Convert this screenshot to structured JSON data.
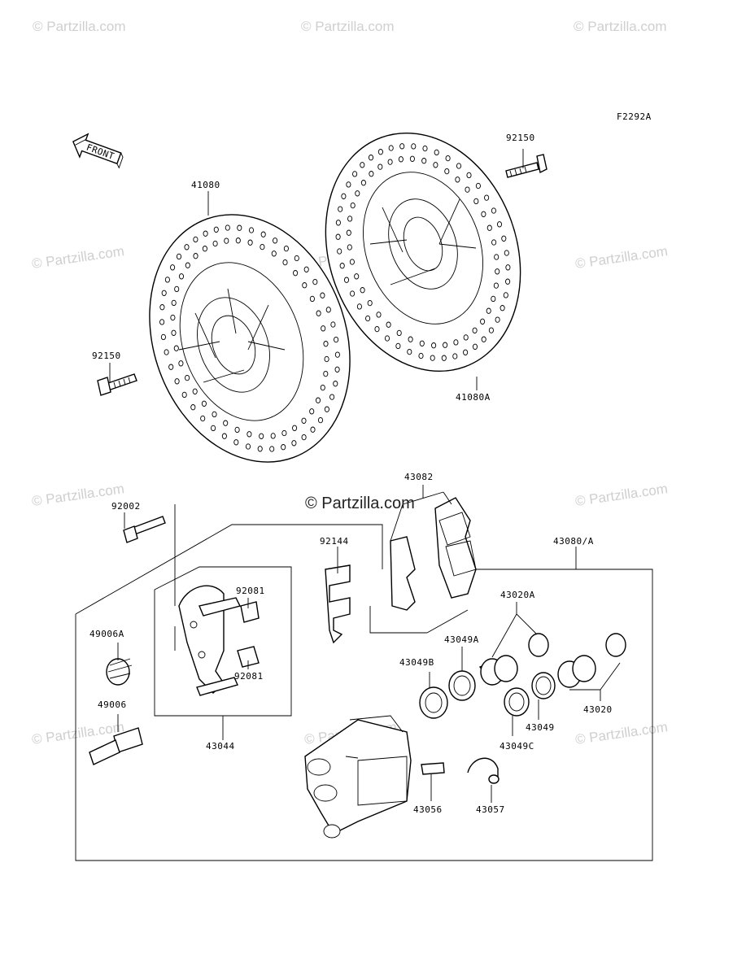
{
  "diagram_code": "F2292A",
  "front_label": "FRONT",
  "watermark": "© Partzilla.com",
  "center_watermark": "© Partzilla.com",
  "labels": {
    "p92150_top": "92150",
    "p41080": "41080",
    "p92150_left": "92150",
    "p41080A": "41080A",
    "p43082": "43082",
    "p92002": "92002",
    "p92144": "92144",
    "p43080A": "43080/A",
    "p92081_top": "92081",
    "p92081_bot": "92081",
    "p49006A": "49006A",
    "p49006": "49006",
    "p43044": "43044",
    "p43020A": "43020A",
    "p43049A": "43049A",
    "p43049B": "43049B",
    "p43049": "43049",
    "p43049C": "43049C",
    "p43020": "43020",
    "p43056": "43056",
    "p43057": "43057"
  }
}
